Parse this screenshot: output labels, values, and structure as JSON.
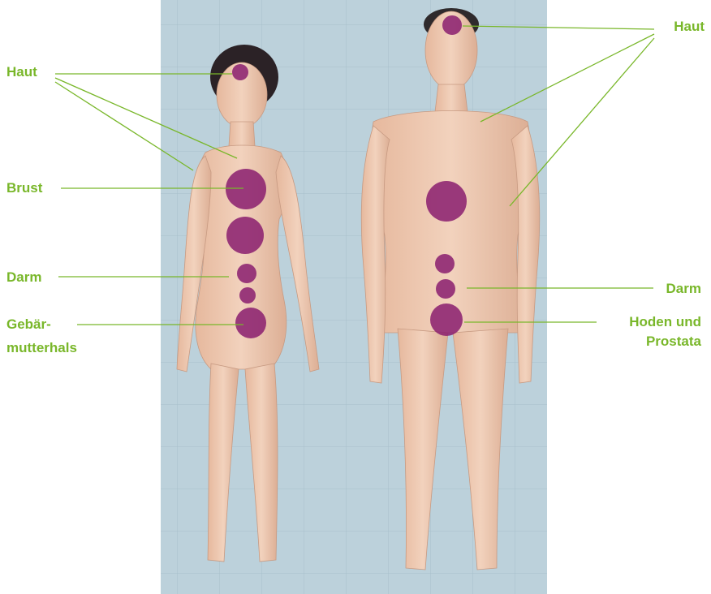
{
  "labels": {
    "skin_left": "Haut",
    "breast": "Brust",
    "bowel_left": "Darm",
    "cervix_line1": "Gebär-",
    "cervix_line2": "mutterhals",
    "skin_right": "Haut",
    "bowel_right": "Darm",
    "testes_line1": "Hoden und",
    "testes_line2": "Prostata"
  },
  "colors": {
    "label_green": "#79b72a",
    "marker_purple": "#8a1d6e",
    "backdrop_blue": "#b9cfda",
    "skin_tone": "#efcab0"
  }
}
